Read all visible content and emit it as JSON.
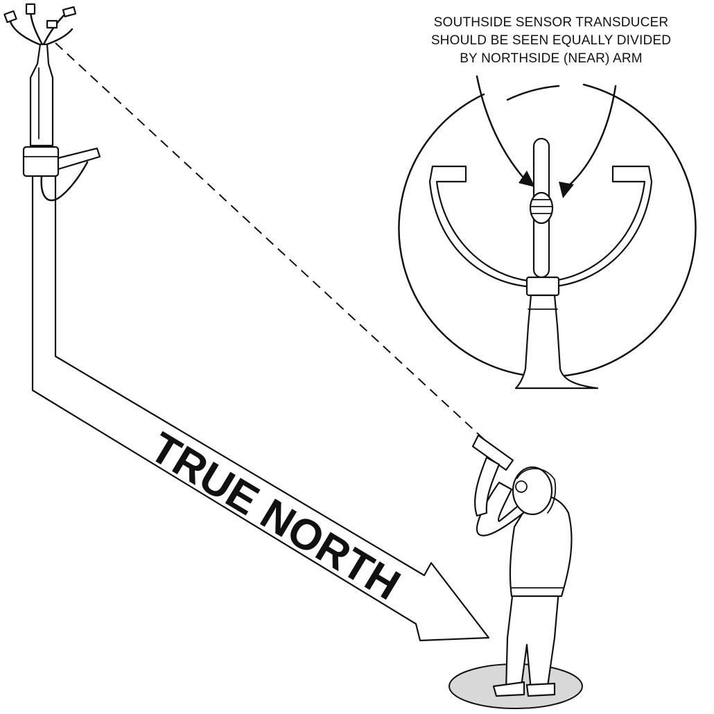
{
  "caption": {
    "line1": "SOUTHSIDE SENSOR TRANSDUCER",
    "line2": "SHOULD BE SEEN EQUALLY DIVIDED",
    "line3": "BY NORTHSIDE (NEAR) ARM"
  },
  "arrow_label": "TRUE NORTH"
}
